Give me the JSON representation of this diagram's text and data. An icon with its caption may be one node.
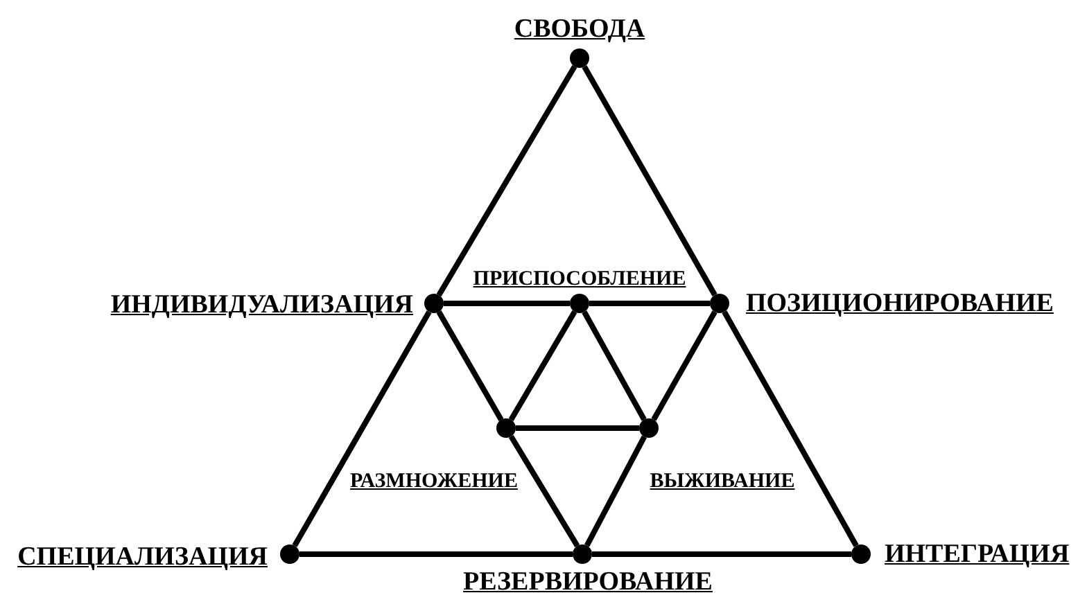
{
  "diagram": {
    "nodes": [
      {
        "text": [],
        "shape": "circle",
        "beside": [
          "СВОБОДА"
        ]
      },
      {
        "text": [],
        "shape": "circle",
        "beside": [
          "ИНДИВИДУАЛИЗАЦИЯ"
        ]
      },
      {
        "text": [],
        "shape": "circle",
        "beside": [
          "ПРИСПОСОБЛЕНИЕ"
        ]
      },
      {
        "text": [],
        "shape": "circle",
        "beside": [
          "ПОЗИЦИОНИРОВАНИЕ"
        ]
      },
      {
        "text": [],
        "shape": "circle",
        "beside": [
          "РАЗМНОЖЕНИЕ"
        ]
      },
      {
        "text": [],
        "shape": "circle",
        "beside": [
          "ВЫЖИВАНИЕ"
        ]
      },
      {
        "text": [],
        "shape": "circle",
        "beside": [
          "СПЕЦИАЛИЗАЦИЯ"
        ]
      },
      {
        "text": [],
        "shape": "circle",
        "beside": [
          "РЕЗЕРВИРОВАНИЕ"
        ]
      },
      {
        "text": [],
        "shape": "circle",
        "beside": [
          "ИНТЕГРАЦИЯ"
        ]
      }
    ],
    "edges": [
      {
        "from": 0,
        "to": 1,
        "arrow": "none"
      },
      {
        "from": 0,
        "to": 3,
        "arrow": "none"
      },
      {
        "from": 1,
        "to": 2,
        "arrow": "none"
      },
      {
        "from": 2,
        "to": 3,
        "arrow": "none"
      },
      {
        "from": 1,
        "to": 4,
        "arrow": "none"
      },
      {
        "from": 2,
        "to": 4,
        "arrow": "none"
      },
      {
        "from": 2,
        "to": 5,
        "arrow": "none"
      },
      {
        "from": 3,
        "to": 5,
        "arrow": "none"
      },
      {
        "from": 4,
        "to": 5,
        "arrow": "none"
      },
      {
        "from": 1,
        "to": 6,
        "arrow": "none"
      },
      {
        "from": 4,
        "to": 7,
        "arrow": "none"
      },
      {
        "from": 5,
        "to": 7,
        "arrow": "none"
      },
      {
        "from": 3,
        "to": 8,
        "arrow": "none"
      },
      {
        "from": 6,
        "to": 7,
        "arrow": "none"
      },
      {
        "from": 7,
        "to": 8,
        "arrow": "none"
      }
    ]
  }
}
